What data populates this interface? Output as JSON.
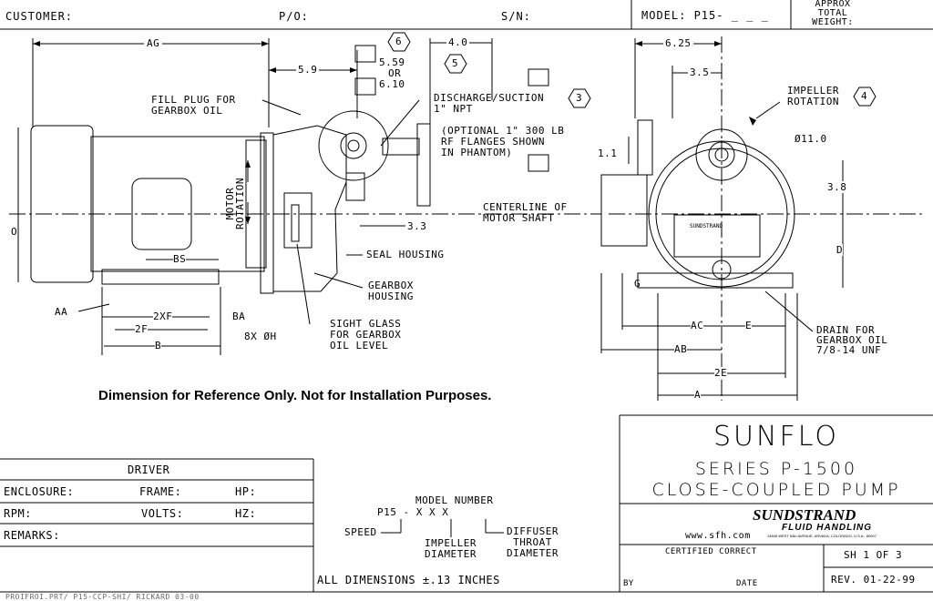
{
  "header": {
    "customer_label": "CUSTOMER:",
    "po_label": "P/O:",
    "sn_label": "S/N:",
    "model_label": "MODEL: P15- _ _ _",
    "weight_line1": "APPROX",
    "weight_line2": "TOTAL",
    "weight_line3": "WEIGHT:"
  },
  "dims": {
    "ag": "AG",
    "d59": "5.9",
    "d40": "4.0",
    "d559": "5.59",
    "or": "OR",
    "d610": "6.10",
    "b6": "6",
    "b5": "5",
    "b3": "3",
    "b4": "4",
    "d625": "6.25",
    "d35": "3.5",
    "d11": "1.1",
    "d110": "Ø11.0",
    "d38": "3.8",
    "d33": "3.3",
    "o": "O",
    "d": "D",
    "g": "G",
    "bs": "BS",
    "aa": "AA",
    "xf": "2XF",
    "ba": "BA",
    "f2": "2F",
    "b": "B",
    "h": "8X  ØH",
    "ac": "AC",
    "e": "E",
    "ab": "AB",
    "e2": "2E",
    "a": "A"
  },
  "labels": {
    "fill1": "FILL PLUG FOR",
    "fill2": "GEARBOX OIL",
    "dis1": "DISCHARGE/SUCTION",
    "dis2": "1\" NPT",
    "opt1": "(OPTIONAL 1\" 300 LB",
    "opt2": "RF FLANGES SHOWN",
    "opt3": "IN PHANTOM)",
    "motor1": "MOTOR",
    "motor2": "ROTATION",
    "cl1": "CENTERLINE OF",
    "cl2": "MOTOR SHAFT",
    "seal": "SEAL HOUSING",
    "gb1": "GEARBOX",
    "gb2": "HOUSING",
    "sg1": "SIGHT GLASS",
    "sg2": "FOR GEARBOX",
    "sg3": "OIL LEVEL",
    "imp1": "IMPELLER",
    "imp2": "ROTATION",
    "dr1": "DRAIN FOR",
    "dr2": "GEARBOX OIL",
    "dr3": "7/8-14 UNF"
  },
  "note": "Dimension for Reference Only.  Not for Installation Purposes.",
  "driver": {
    "title": "DRIVER",
    "enclosure": "ENCLOSURE:",
    "frame": "FRAME:",
    "hp": "HP:",
    "rpm": "RPM:",
    "volts": "VOLTS:",
    "hz": "HZ:",
    "remarks": "REMARKS:"
  },
  "model_number": {
    "title": "MODEL NUMBER",
    "code": "P15 - X   X   X",
    "speed": "SPEED",
    "impeller1": "IMPELLER",
    "impeller2": "DIAMETER",
    "diffuser1": "DIFFUSER",
    "diffuser2": "THROAT",
    "diffuser3": "DIAMETER"
  },
  "all_dims": "ALL DIMENSIONS ±.13 INCHES",
  "title_block": {
    "brand": "SUNFLO",
    "series": "SERIES P-1500",
    "type": "CLOSE-COUPLED PUMP",
    "company": "SUNDSTRAND",
    "division": "FLUID HANDLING",
    "website": "www.sfh.com",
    "address": "14845 WEST 64th AVENUE, ARVADA, COLORADO, U.S.A., 80007",
    "certified": "CERTIFIED CORRECT",
    "sheet": "SH 1 OF 3",
    "by": "BY",
    "date": "DATE",
    "rev": "REV. 01-22-99"
  },
  "footer": "PROIFROI.PRT/ P15-CCP-SHI/ RICKARD 03-00",
  "plate_text": "SUNDSTRAND"
}
